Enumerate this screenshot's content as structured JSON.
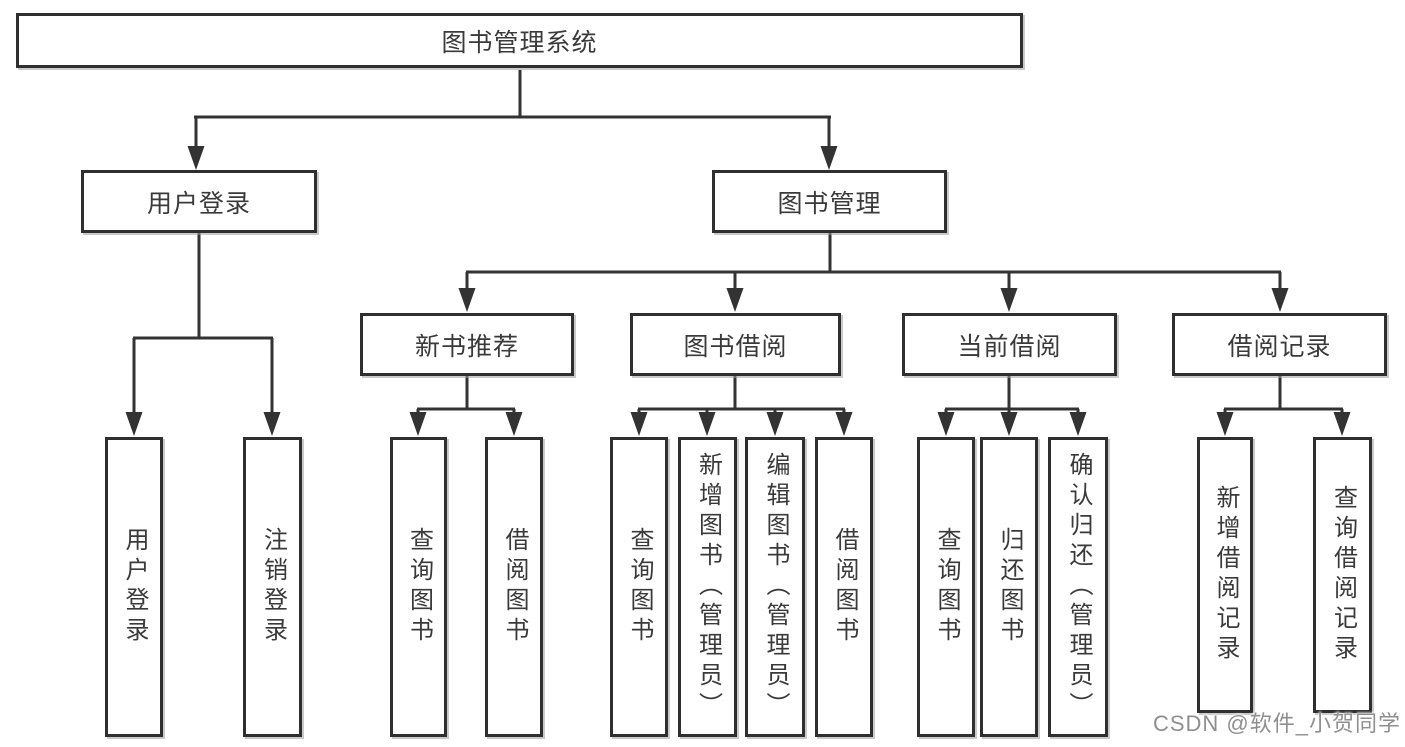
{
  "tree": {
    "root": {
      "label": "图书管理系统",
      "children": [
        {
          "label": "用户登录",
          "children": [
            {
              "label": "用户登录"
            },
            {
              "label": "注销登录"
            }
          ]
        },
        {
          "label": "图书管理",
          "children": [
            {
              "label": "新书推荐",
              "children": [
                {
                  "label": "查询图书"
                },
                {
                  "label": "借阅图书"
                }
              ]
            },
            {
              "label": "图书借阅",
              "children": [
                {
                  "label": "查询图书"
                },
                {
                  "label": "新增图书（管理员）"
                },
                {
                  "label": "编辑图书（管理员）"
                },
                {
                  "label": "借阅图书"
                }
              ]
            },
            {
              "label": "当前借阅",
              "children": [
                {
                  "label": "查询图书"
                },
                {
                  "label": "归还图书"
                },
                {
                  "label": "确认归还（管理员）"
                }
              ]
            },
            {
              "label": "借阅记录",
              "children": [
                {
                  "label": "新增借阅记录"
                },
                {
                  "label": "查询借阅记录"
                }
              ]
            }
          ]
        }
      ]
    }
  },
  "watermark": {
    "text": "CSDN @软件_小贺同学"
  },
  "colors": {
    "line": "#333333",
    "box_border": "#2f2f2f",
    "text": "#3a3a3a",
    "watermark": "#8f8f8f",
    "background": "#ffffff"
  }
}
